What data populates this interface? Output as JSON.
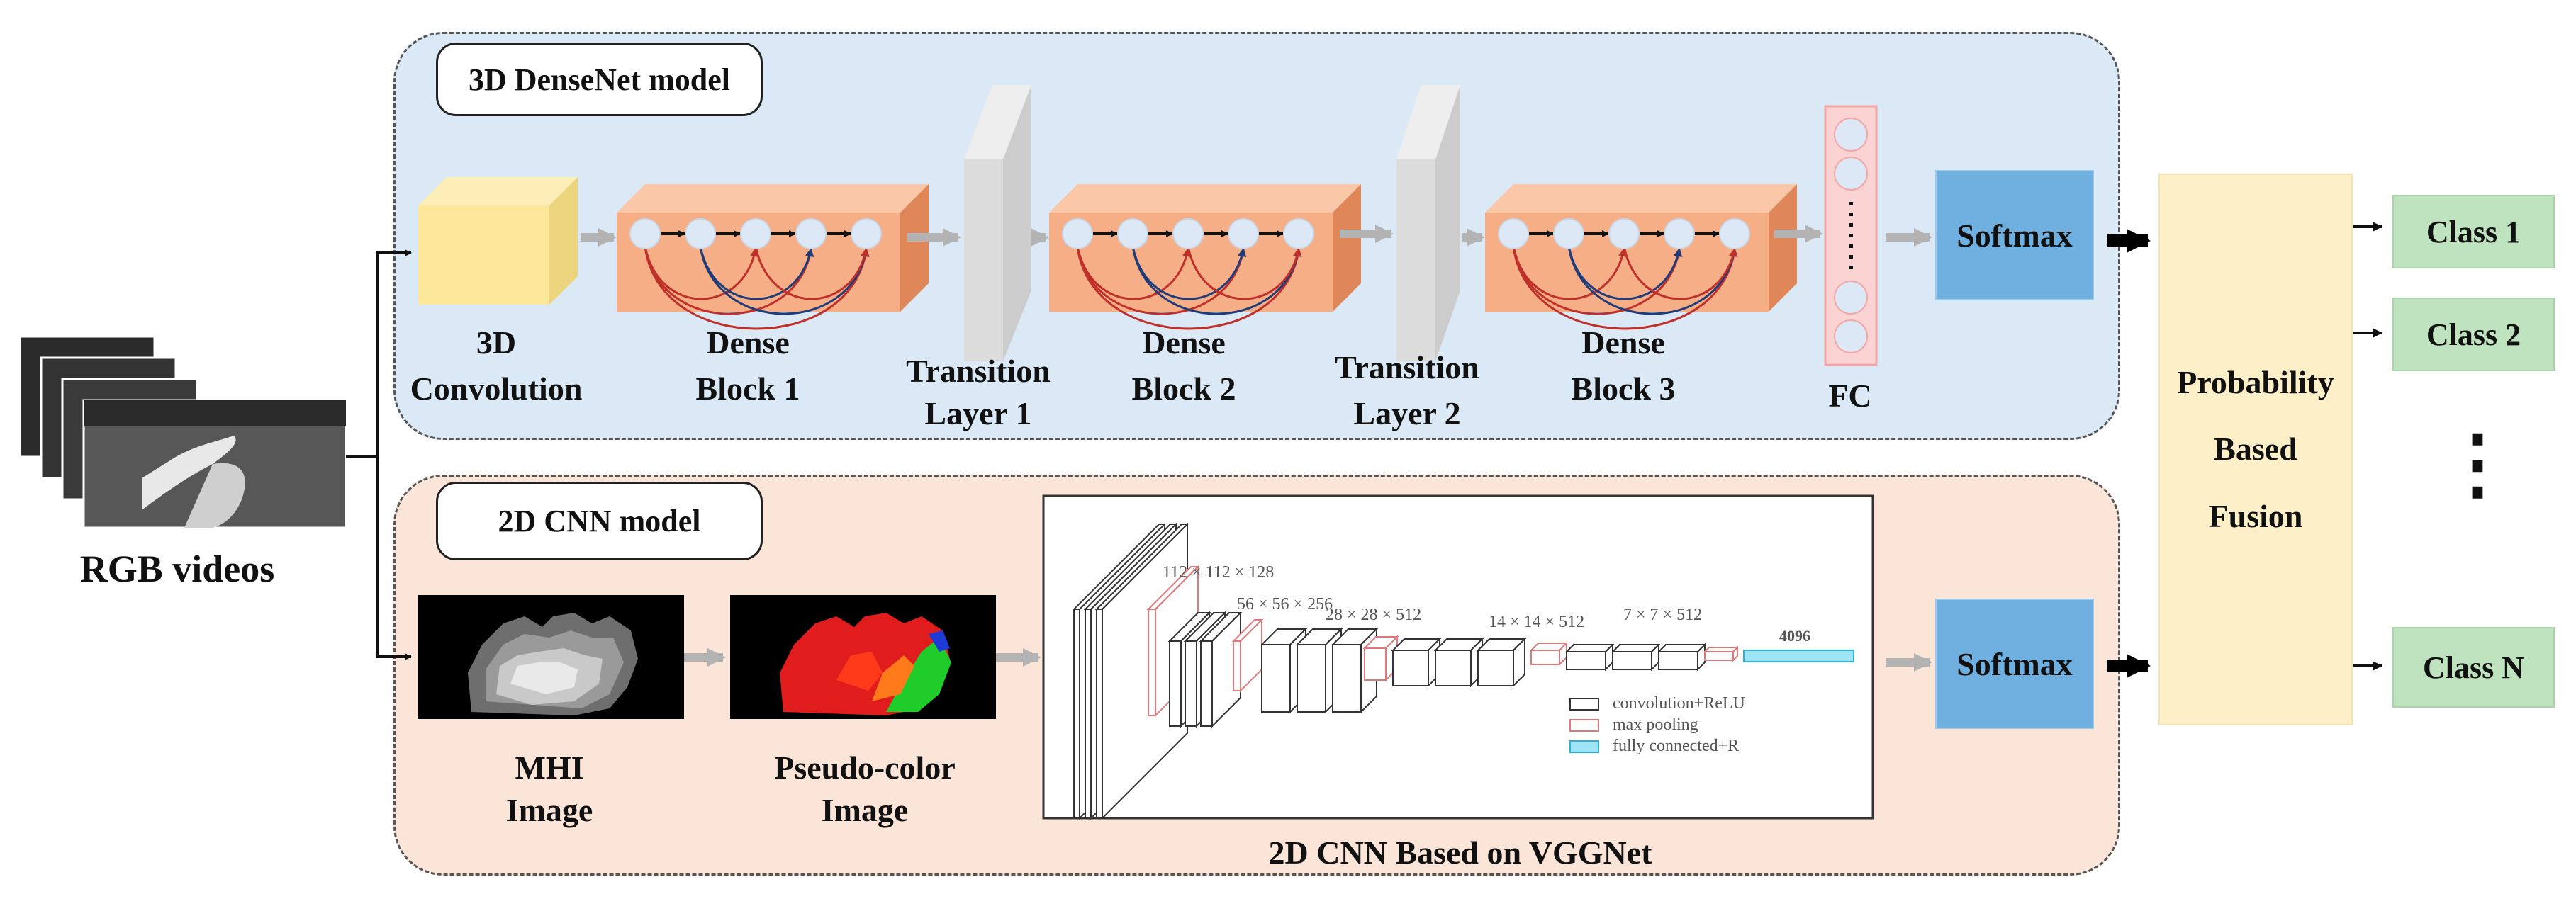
{
  "input": {
    "label": "RGB videos"
  },
  "densenet": {
    "title": "3D DenseNet model",
    "conv": [
      "3D",
      "Convolution"
    ],
    "block1": [
      "Dense",
      "Block  1"
    ],
    "trans1": [
      "Transition",
      "Layer  1"
    ],
    "block2": [
      "Dense",
      "Block  2"
    ],
    "trans2": [
      "Transition",
      "Layer  2"
    ],
    "block3": [
      "Dense",
      "Block  3"
    ],
    "fc": "FC",
    "softmax": "Softmax"
  },
  "cnn": {
    "title": "2D CNN model",
    "mhi": [
      "MHI",
      "Image"
    ],
    "pseudo": [
      "Pseudo-color",
      "Image"
    ],
    "vgg_caption": "2D CNN Based on VGGNet",
    "vgg_dims": [
      "112 × 112 × 128",
      "56 × 56 × 256",
      "28 × 28 × 512",
      "14 × 14 × 512",
      "7 × 7 × 512",
      "4096"
    ],
    "vgg_legend": [
      "convolution+ReLU",
      "max pooling",
      "fully connected+R"
    ],
    "softmax": "Softmax"
  },
  "fusion": {
    "line1": "Probability",
    "line2": "Based",
    "line3": "Fusion"
  },
  "classes": [
    "Class 1",
    "Class 2",
    "Class N"
  ],
  "ellipsis": "⋮",
  "colors": {
    "densenet_panel": "#dbe9f6",
    "cnn_panel": "#fbe4d8",
    "softmax": "#6fb0e0",
    "fusion": "#fdf0c8",
    "class_box": "#bfe3bf",
    "dense_block": "#f6ae86",
    "conv3d": "#fde79a",
    "fc": "#fbd3d3"
  }
}
